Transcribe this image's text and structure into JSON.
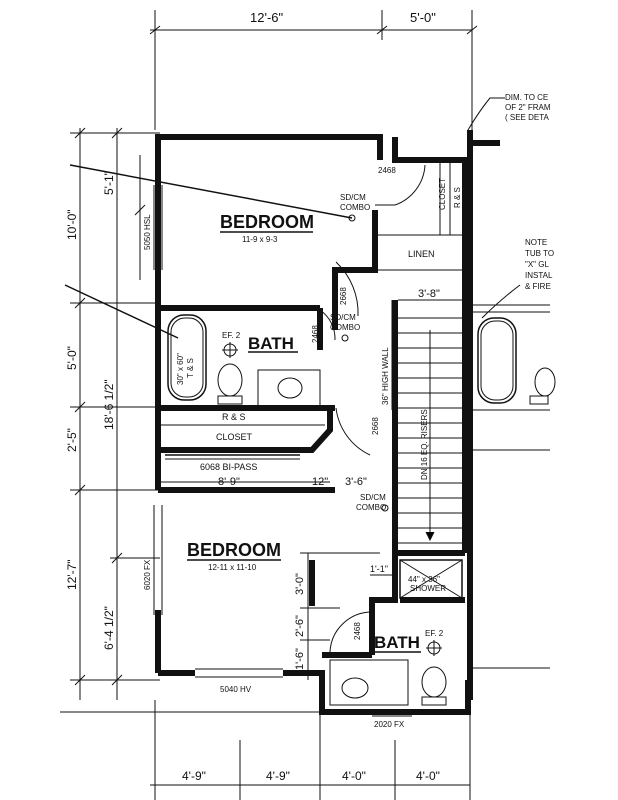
{
  "dims_top": {
    "left": "12'-6\"",
    "right": "5'-0\""
  },
  "dims_bottom": [
    "4'-9\"",
    "4'-9\"",
    "4'-0\"",
    "4'-0\""
  ],
  "dims_left_outer": [
    "10'-0\"",
    "5'-0\"",
    "2'-5\"",
    "12'-7\""
  ],
  "dims_left_mid": [
    "5'-1\"",
    "18'-6 1/2\"",
    "6'-4 1/2\""
  ],
  "note_dim": [
    "DIM. TO CE",
    "OF 2\" FRAM",
    "( SEE DETA"
  ],
  "note_tub": [
    "NOTE",
    "TUB TO",
    "\"X\" GL",
    "INSTAL",
    "& FIRE"
  ],
  "rooms": {
    "bedroom1": {
      "name": "BEDROOM",
      "size": "11-9 x 9-3"
    },
    "bedroom2": {
      "name": "BEDROOM",
      "size": "12-11 x 11-10"
    },
    "bath1": {
      "name": "BATH",
      "fan": "EF. 2"
    },
    "bath2": {
      "name": "BATH",
      "fan": "EF. 2"
    }
  },
  "labels": {
    "door_2468_a": "2468",
    "door_2468_b": "2668",
    "door_2468_c": "2468",
    "door_2668_d": "2668",
    "door_2468_e": "2468",
    "closet_top": "CLOSET",
    "rs_top": "R & S",
    "linen": "LINEN",
    "sdcm": [
      "SD/CM",
      "COMBO"
    ],
    "window_5050": "5050 HSL",
    "tub": [
      "30\" x 60\"",
      "T & S"
    ],
    "rs_mid": "R & S",
    "closet_mid": "CLOSET",
    "bipass": "6068 BI-PASS",
    "high_wall": "36\" HIGH WALL",
    "stair_dim": "3'-8\"",
    "risers": "DN 16 EQ. RISERS",
    "dim_8_9": "8'-9\"",
    "dim_12": "12\"",
    "dim_3_6": "3'-6\"",
    "dim_3_0": "3'-0\"",
    "dim_1_1": "1'-1\"",
    "dim_2_6": "2'-6\"",
    "dim_1_6": "1'-6\"",
    "window_6020": "6020 FX",
    "window_5040": "5040 HV",
    "window_2020": "2020 FX",
    "shower": [
      "44\" x 36\"",
      "SHOWER"
    ]
  }
}
